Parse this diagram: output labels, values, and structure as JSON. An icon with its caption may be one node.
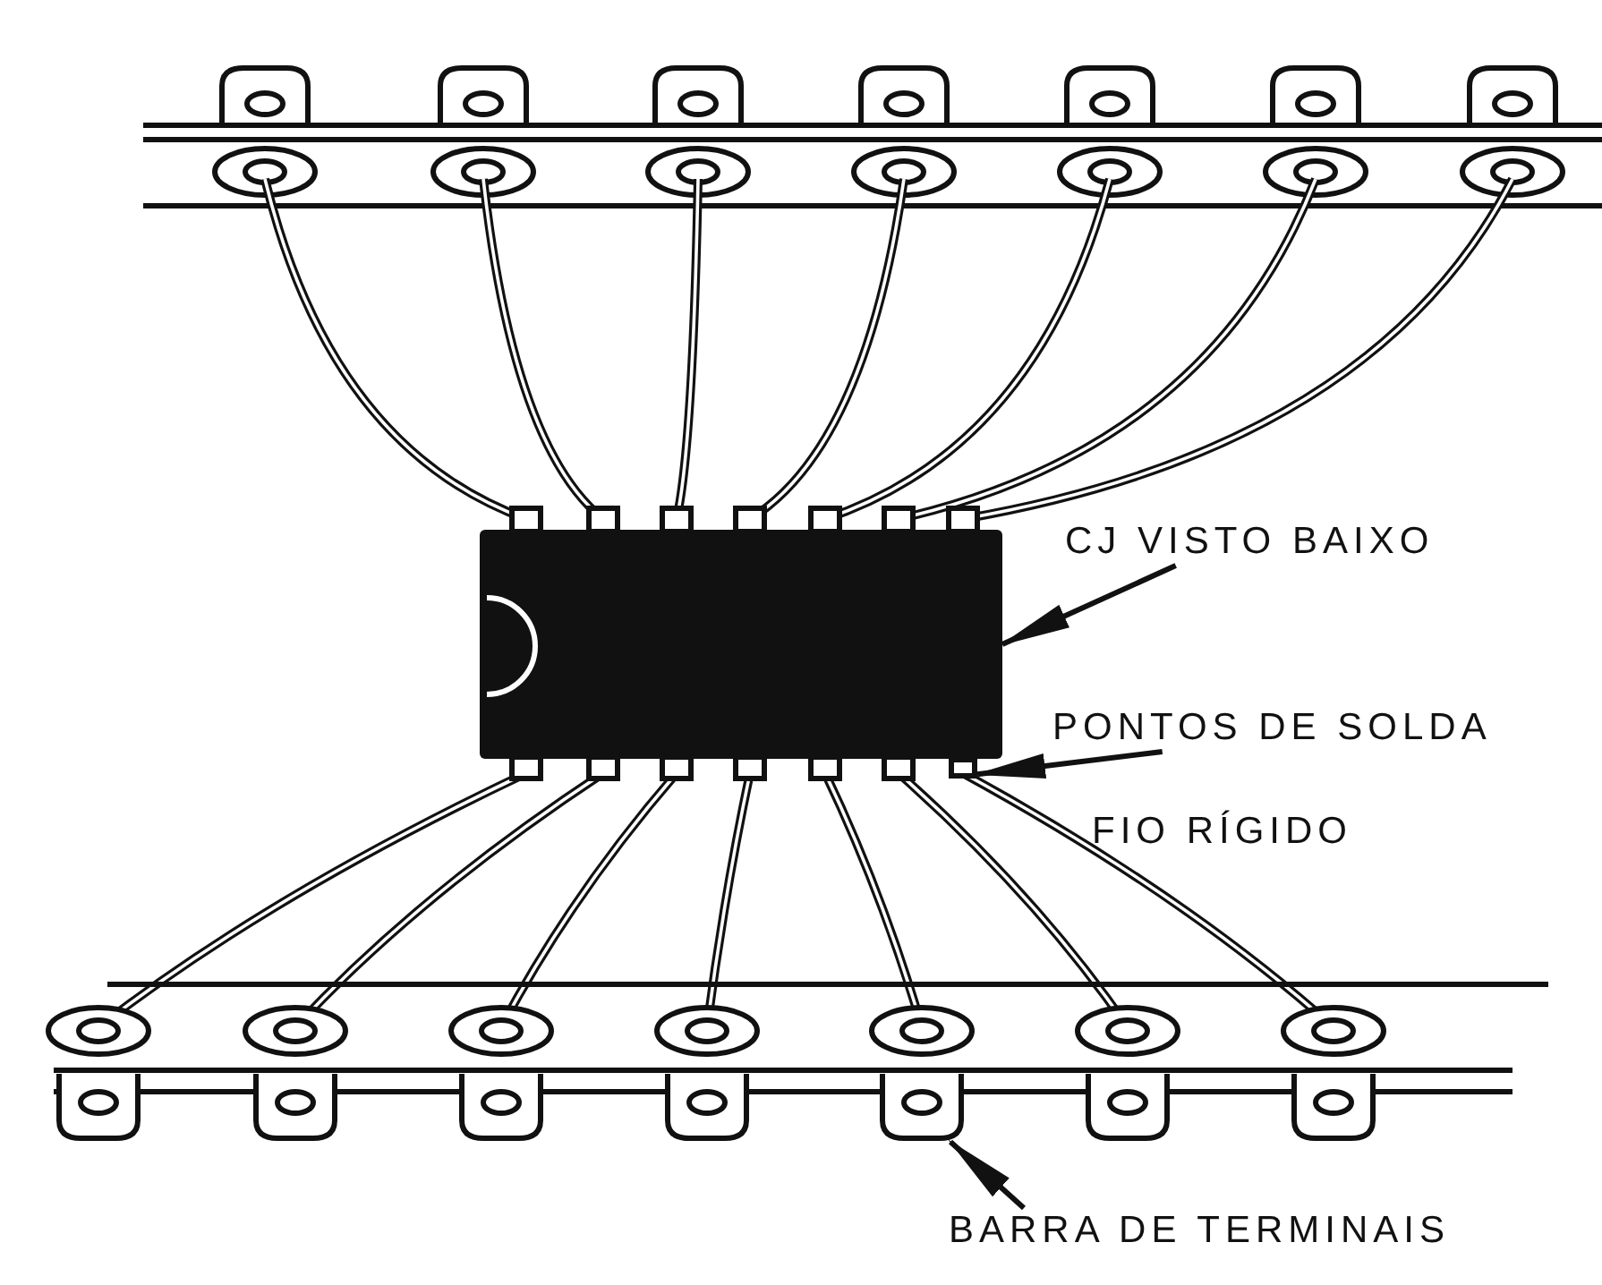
{
  "diagram": {
    "nodes": [
      {
        "text": [
          "CJ VISTO BAIXO"
        ]
      },
      {
        "text": [],
        "shape": "box"
      },
      {
        "text": [
          "PONTOS DE SOLDA"
        ]
      },
      {
        "text": [],
        "shape": "box"
      },
      {
        "text": [
          "BARRA DE TERMINAIS"
        ]
      },
      {
        "text": [],
        "shape": "bar"
      }
    ],
    "edges": [
      {
        "from": 0,
        "to": 1,
        "arrow": "to"
      },
      {
        "from": 2,
        "to": 3,
        "arrow": "to"
      },
      {
        "from": 4,
        "to": 5,
        "arrow": "to"
      }
    ],
    "labels": [
      "FIO RÍGIDO"
    ]
  }
}
